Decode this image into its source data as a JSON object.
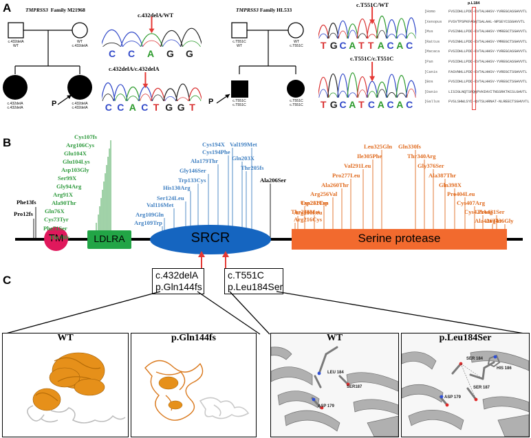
{
  "panel_a": {
    "letter": "A",
    "family1": {
      "gene": "TMPRSS3",
      "name": "Family M21968",
      "father": "c.432delA\nWT",
      "mother": "WT\nc.432delA",
      "child1": "c.432delA\nc.432delA",
      "child2": "c.432delA\nc.432delA",
      "proband": "P"
    },
    "chrom1": {
      "top_label": "c.432delA/WT",
      "bottom_label": "c.432delA/c.432delA",
      "top_bases": [
        "C",
        "C",
        "A",
        "G",
        "G"
      ],
      "bottom_bases": [
        "C",
        "C",
        "A",
        "C",
        "T",
        "G",
        "G",
        "T"
      ]
    },
    "family2": {
      "gene": "TMPRSS3",
      "name": "Family HL533",
      "father": "c.T551C\nWT",
      "mother": "WT\nc.T551C",
      "child1": "c.T551C\nc.T551C",
      "child2": "c.T551C\nc.T551C",
      "proband": "P"
    },
    "chrom2": {
      "top_label": "c.T551C/WT",
      "bottom_label": "c.T551C/c.T551C",
      "top_bases": [
        "T",
        "G",
        "C",
        "A",
        "T",
        "T",
        "A",
        "C",
        "A",
        "C"
      ],
      "bottom_bases": [
        "T",
        "G",
        "C",
        "A",
        "T",
        "C",
        "A",
        "C",
        "A",
        "C"
      ]
    },
    "alignment": {
      "position_label": "p.L184",
      "species": [
        "[Homo",
        "[Xenopus",
        "[Mus",
        "[Rattus",
        "[Macaca",
        "[Pan",
        "[Canis",
        "[Bos",
        "[Danio",
        "[Gallus"
      ],
      "sequences": [
        "FVSIDHLLPDD-KVTALHHSV-YVREGCASGHVVTL",
        "FVSVTPSPKFAGQTSALAHL-NPSEYCSSGHVVTL",
        "FVSINHLLPDD-KVTALHHSV-YMREGCTSGHVVTL",
        "FVSINHLLPDD-KVTALHHSV-YMREGCTSGHVVTL",
        "FVSIDHLLPDD-KVTALHHSV-YVREGCASGHVVTL",
        "FVSIDHLLPDD-KVTALHHSV-YVREGCASGHVVTL",
        "FASVNHLLPDD-KVTALHHSV-YVREGCTSGHVVTL",
        "FVSIDHLLPDD-KVTALHHSV-YVREGCTSGHVVTL",
        "LISIGLNQTSFQQPVHIHVITNSSRKTKCSLGHVTL",
        "FVSLSHWLSYD-QVTSLHRNAT-NLREECTSGHVVTL"
      ]
    }
  },
  "panel_b": {
    "letter": "B",
    "domains": {
      "tm": "TM",
      "ldlra": "LDLRA",
      "srcr": "SRCR",
      "serine": "Serine protease"
    },
    "black_left": [
      "Phe13fs",
      "Pro12fs"
    ],
    "green": [
      "Cys107fs",
      "Arg106Cys",
      "Glu104X",
      "Glu104Lys",
      "Asp103Gly",
      "Ser99X",
      "Gly94Arg",
      "Arg91X",
      "Ala90Thr",
      "Gln76X",
      "Cys73Tyr",
      "Phe71Ser",
      "Thr70fs"
    ],
    "blue": [
      "Cys194X",
      "Val199Met",
      "Cys194Phe",
      "Gln203X",
      "Ala179Thr",
      "Thr205fs",
      "Gly146Ser",
      "Trp133Cys",
      "His130Arg",
      "Ser124Leu",
      "Val116Met",
      "Arg109Gln",
      "Arg109Trp"
    ],
    "black_mid": "Ala206Ser",
    "orange": [
      "Leu325Gln",
      "Gln330fs",
      "Ile305Phe",
      "Thr340Arg",
      "Val291Leu",
      "Gly376Ser",
      "Pro277Leu",
      "Ala387Thr",
      "Ala260Thr",
      "Gln398X",
      "Arg256Val",
      "Pro404Leu",
      "Trp251Cys",
      "Cys407Arg",
      "Thr248Met",
      "Cys425Arg",
      "Cys242Trp",
      "Ala426Thr",
      "Arg216Leu",
      "Pro431Ser",
      "Arg216Cys",
      "Arg436Gly"
    ]
  },
  "panel_c": {
    "letter": "C",
    "callout1": {
      "line1": "c.432delA",
      "line2": "p.Gln144fs"
    },
    "callout2": {
      "line1": "c.T551C",
      "line2": "p.Leu184Ser"
    },
    "box1_title": "WT",
    "box2_title": "p.Gln144fs",
    "box3_title": "WT",
    "box4_title": "p.Leu184Ser",
    "box3_labels": [
      "LEU 184",
      "SER187",
      "ASP 179"
    ],
    "box4_labels": [
      "SER 184",
      "HIS 186",
      "SER 187",
      "ASP 179"
    ]
  },
  "colors": {
    "tm": "#e0185c",
    "ldlra": "#22a546",
    "srcr": "#1565c0",
    "serine": "#f26a2e",
    "green_text": "#2e9a3d",
    "blue_text": "#3f7fc1",
    "orange_text": "#e06b1f",
    "arrow_red": "#e53935",
    "helix_orange": "#e6901a"
  }
}
